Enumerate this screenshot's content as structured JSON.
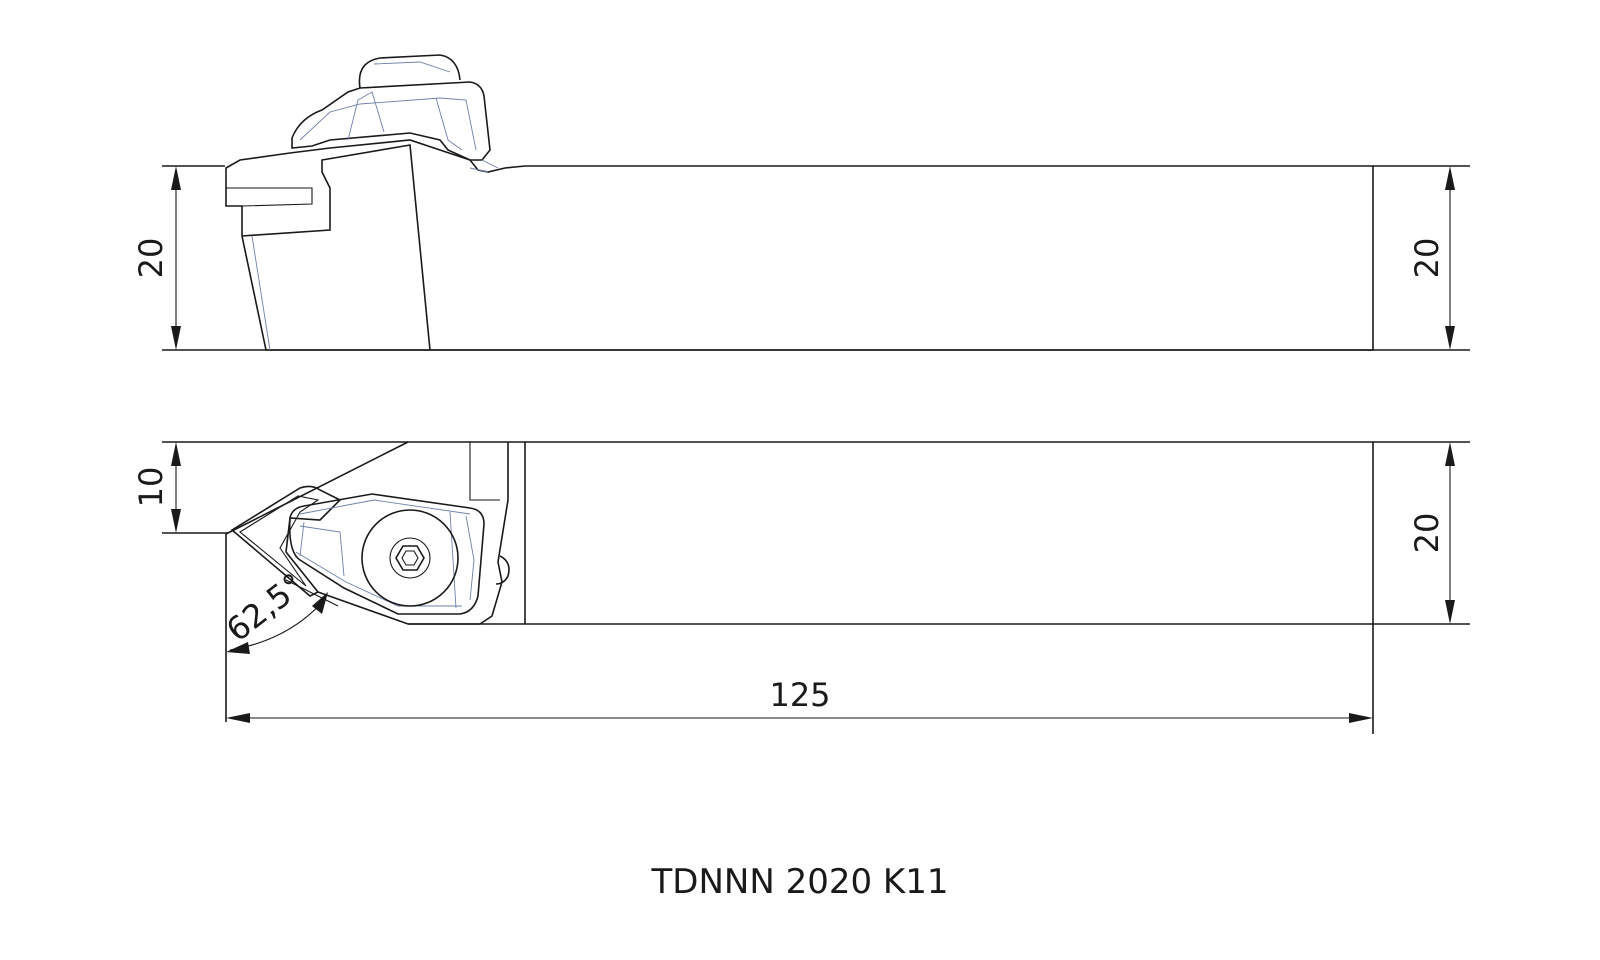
{
  "title": "TDNNN 2020 K11",
  "dimensions": {
    "side_left_height": "20",
    "side_right_height": "20",
    "top_head_offset": "10",
    "top_right_width": "20",
    "overall_length": "125",
    "approach_angle": "62,5°"
  },
  "colors": {
    "line": "#1a1a1a",
    "detail": "#6f7fa8",
    "background": "#ffffff"
  }
}
